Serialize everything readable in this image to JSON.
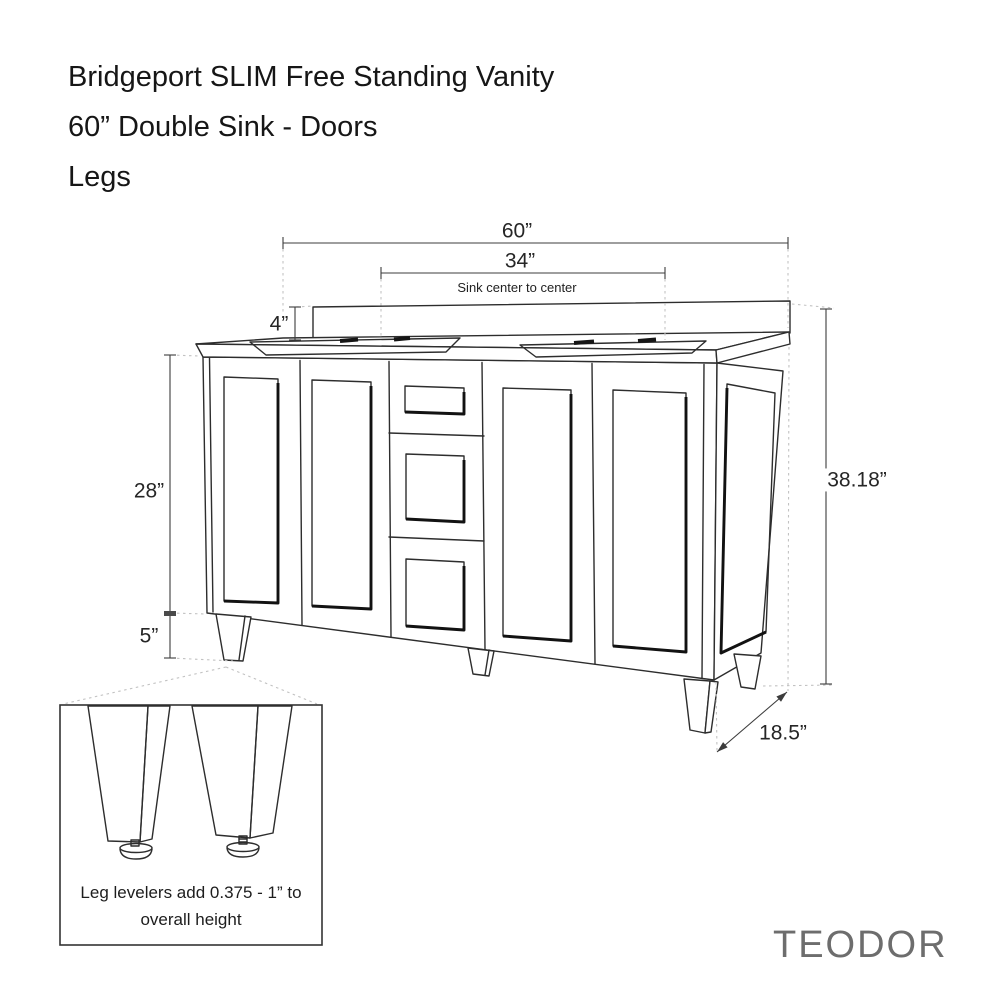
{
  "title": {
    "line1": "Bridgeport SLIM Free Standing Vanity",
    "line2": "60” Double Sink - Doors",
    "line3": "Legs"
  },
  "dimensions": {
    "overall_width": "60”",
    "sink_center_to_center": "34”",
    "sink_center_note": "Sink center to center",
    "backsplash_height": "4”",
    "cabinet_height": "28”",
    "leg_height": "5”",
    "overall_height": "38.18”",
    "depth": "18.5”"
  },
  "inset": {
    "caption_line1": "Leg levelers add 0.375 - 1” to",
    "caption_line2": "overall height"
  },
  "logo": "TEODOR",
  "colors": {
    "ink": "#2d2d2d",
    "shadow": "#121212",
    "dim": "#3c3c3c",
    "dash": "#c2c2c2",
    "logo": "#6d6d6d",
    "text": "#161616",
    "bg": "#ffffff"
  }
}
